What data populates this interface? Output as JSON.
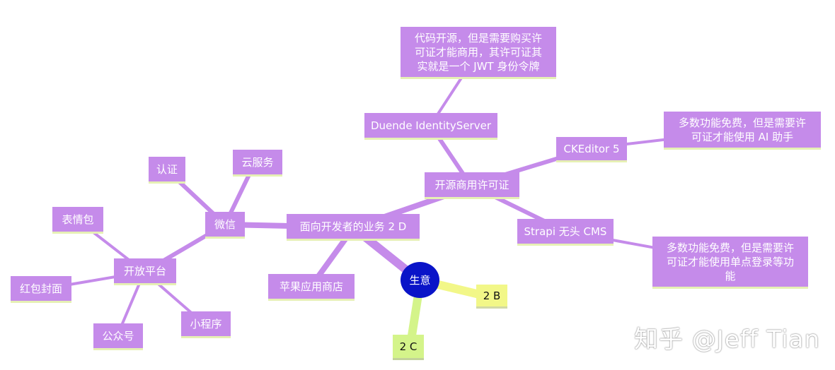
{
  "root": {
    "label": "生意"
  },
  "nodes": {
    "dev_business": "面向开发者的业务 2 D",
    "opensource_license": "开源商用许可证",
    "duende": "Duende IdentityServer",
    "duende_note": [
      "代码开源，但是需要购买许",
      "可证才能商用，其许可证其",
      "实就是一个 JWT 身份令牌"
    ],
    "ckeditor": "CKEditor 5",
    "ckeditor_note": [
      "多数功能免费，但是需要许",
      "可证才能使用 AI 助手"
    ],
    "strapi": "Strapi 无头 CMS",
    "strapi_note": [
      "多数功能免费，但是需要许",
      "可证才能使用单点登录等功",
      "能"
    ],
    "apple_store": "苹果应用商店",
    "wechat": "微信",
    "auth": "认证",
    "cloud": "云服务",
    "open_platform": "开放平台",
    "stickers": "表情包",
    "red_packet": "红包封面",
    "official_account": "公众号",
    "mini_program": "小程序",
    "to_b": "2 B",
    "to_c": "2 C"
  },
  "watermark": "知乎 @Jeff Tian",
  "colors": {
    "node": "#c58bea",
    "root": "#0a14c8",
    "branch_b": "#f2f788",
    "branch_c": "#d4f48a"
  }
}
